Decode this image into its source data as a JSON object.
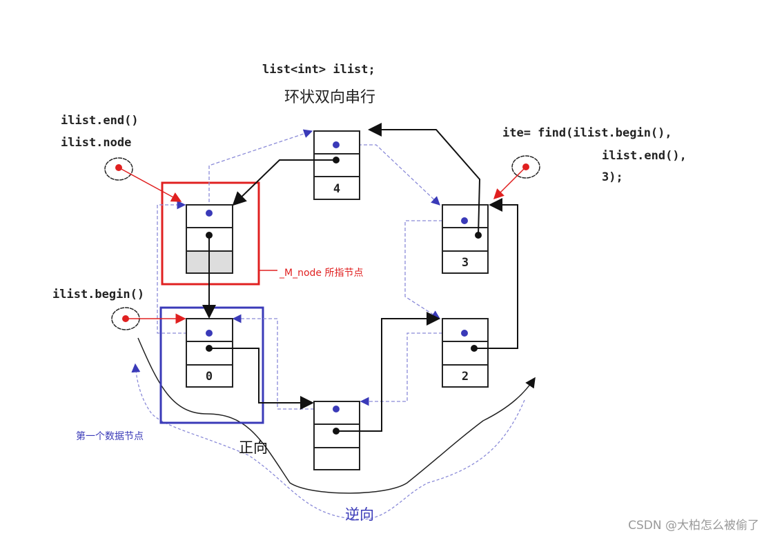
{
  "code_decl": "list<int> ilist;",
  "title": "环状双向串行",
  "end_label_1": "ilist.end()",
  "end_label_2": "ilist.node",
  "begin_label": "ilist.begin()",
  "find_lines": [
    "ite= find(ilist.begin(),",
    "ilist.end(),",
    "3);"
  ],
  "m_node_label": "_M_node 所指节点",
  "first_node_label": "第一个数据节点",
  "forward_label": "正向",
  "backward_label": "逆向",
  "node_values": {
    "n4": "4",
    "n3": "3",
    "n2": "2",
    "n0": "0",
    "nb": ""
  },
  "watermark": "CSDN @大柏怎么被偷了",
  "colors": {
    "red": "#e02020",
    "blue": "#3a3ab8",
    "black": "#111111"
  }
}
